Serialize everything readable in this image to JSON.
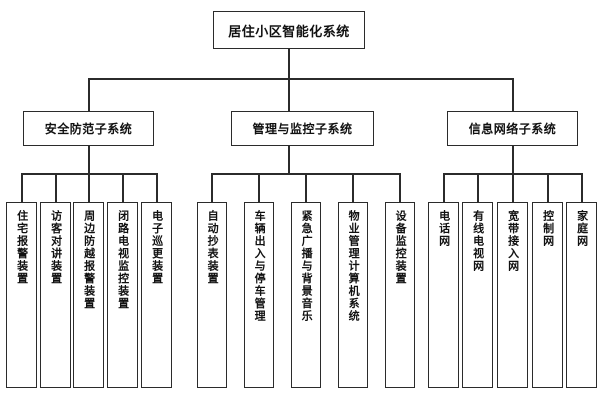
{
  "diagram": {
    "title": "居住小区智能化系统",
    "root": {
      "label": "居住小区智能化系统"
    },
    "branches": [
      {
        "label": "安全防范子系统",
        "leaves": [
          {
            "label": "住宅报警装置"
          },
          {
            "label": "访客对讲装置"
          },
          {
            "label": "周边防越报警装置"
          },
          {
            "label": "闭路电视监控装置"
          },
          {
            "label": "电子巡更装置"
          }
        ]
      },
      {
        "label": "管理与监控子系统",
        "leaves": [
          {
            "label": "自动抄表装置"
          },
          {
            "label": "车辆出入与停车管理"
          },
          {
            "label": "紧急广播与背景音乐"
          },
          {
            "label": "物业管理计算机系统"
          },
          {
            "label": "设备监控装置"
          }
        ]
      },
      {
        "label": "信息网络子系统",
        "leaves": [
          {
            "label": "电话网"
          },
          {
            "label": "有线电视网"
          },
          {
            "label": "宽带接入网"
          },
          {
            "label": "控制网"
          },
          {
            "label": "家庭网"
          }
        ]
      }
    ],
    "colors": {
      "line": "#2b2b2b",
      "box_border": "#2b2b2b",
      "box_fill": "#ffffff",
      "text": "#111111",
      "background": "#ffffff"
    }
  }
}
